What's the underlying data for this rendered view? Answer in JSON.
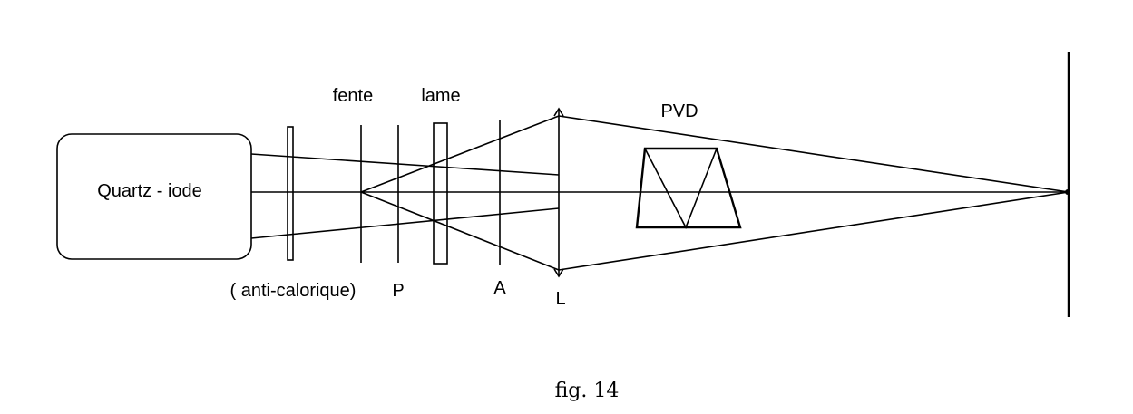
{
  "labels": {
    "source": "Quartz - iode",
    "fente": "fente",
    "lame": "lame",
    "anti_calorique": "( anti-calorique)",
    "polarizer": "P",
    "analyzer": "A",
    "lens": "L",
    "prism": "PVD"
  },
  "caption": "fig. 14"
}
